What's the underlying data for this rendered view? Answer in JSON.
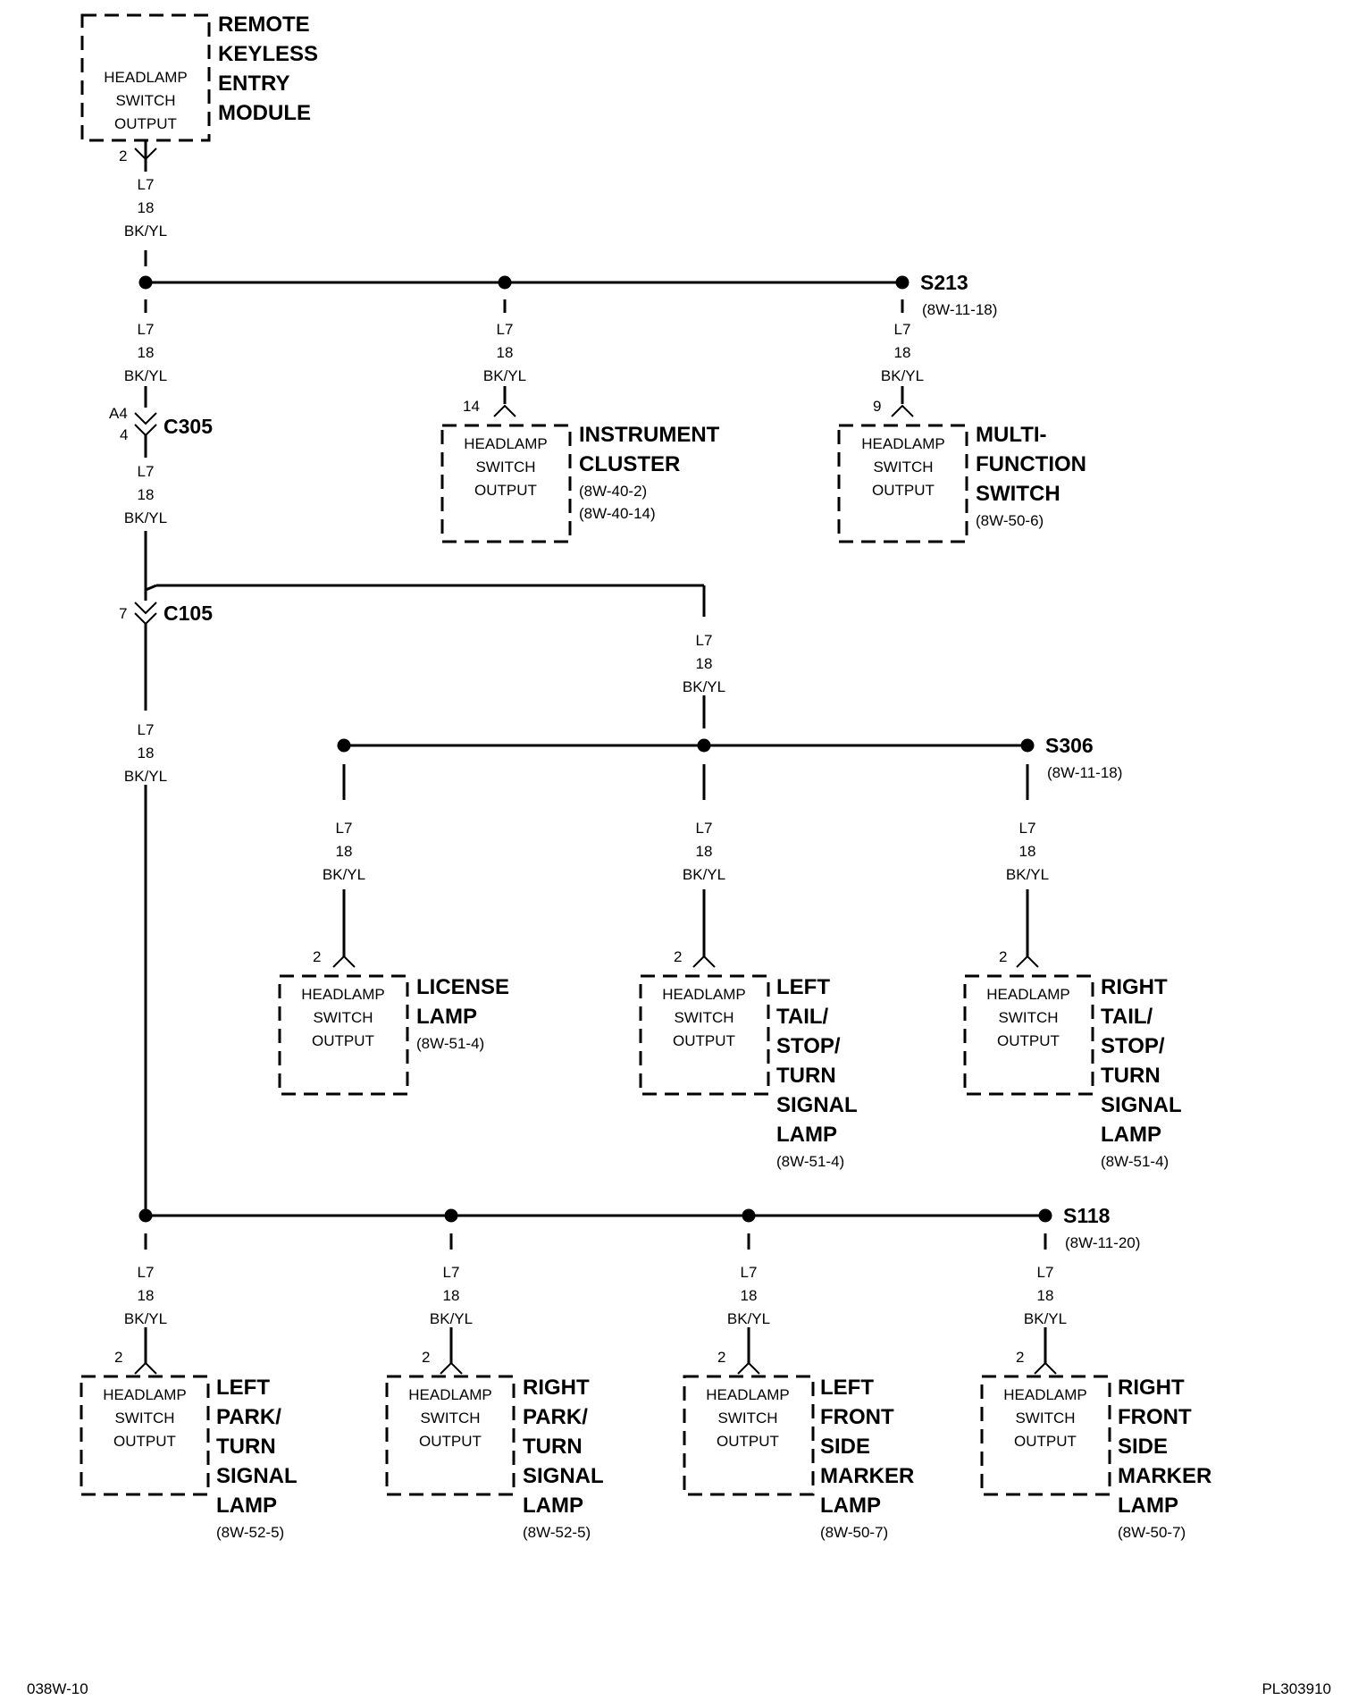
{
  "page": {
    "left_code": "038W-10",
    "right_code": "PL303910"
  },
  "wire": {
    "circuit": "L7",
    "gauge": "18",
    "color": "BK/YL"
  },
  "box_text": {
    "line1": "HEADLAMP",
    "line2": "SWITCH",
    "line3": "OUTPUT"
  },
  "splices": {
    "s213": {
      "name": "S213",
      "ref": "(8W-11-18)"
    },
    "s306": {
      "name": "S306",
      "ref": "(8W-11-18)"
    },
    "s118": {
      "name": "S118",
      "ref": "(8W-11-20)"
    }
  },
  "connectors": {
    "c305": {
      "name": "C305",
      "pin_a": "A4",
      "pin_b": "4"
    },
    "c105": {
      "name": "C105",
      "pin": "7"
    }
  },
  "components": {
    "rke": {
      "lines": [
        "REMOTE",
        "KEYLESS",
        "ENTRY",
        "MODULE"
      ],
      "pin": "2"
    },
    "cluster": {
      "lines": [
        "INSTRUMENT",
        "CLUSTER"
      ],
      "refs": [
        "(8W-40-2)",
        "(8W-40-14)"
      ],
      "pin": "14"
    },
    "mfs": {
      "lines": [
        "MULTI-",
        "FUNCTION",
        "SWITCH"
      ],
      "refs": [
        "(8W-50-6)"
      ],
      "pin": "9"
    },
    "license": {
      "lines": [
        "LICENSE",
        "LAMP"
      ],
      "refs": [
        "(8W-51-4)"
      ],
      "pin": "2"
    },
    "left_tail": {
      "lines": [
        "LEFT",
        "TAIL/",
        "STOP/",
        "TURN",
        "SIGNAL",
        "LAMP"
      ],
      "refs": [
        "(8W-51-4)"
      ],
      "pin": "2"
    },
    "right_tail": {
      "lines": [
        "RIGHT",
        "TAIL/",
        "STOP/",
        "TURN",
        "SIGNAL",
        "LAMP"
      ],
      "refs": [
        "(8W-51-4)"
      ],
      "pin": "2"
    },
    "left_park": {
      "lines": [
        "LEFT",
        "PARK/",
        "TURN",
        "SIGNAL",
        "LAMP"
      ],
      "refs": [
        "(8W-52-5)"
      ],
      "pin": "2"
    },
    "right_park": {
      "lines": [
        "RIGHT",
        "PARK/",
        "TURN",
        "SIGNAL",
        "LAMP"
      ],
      "refs": [
        "(8W-52-5)"
      ],
      "pin": "2"
    },
    "left_marker": {
      "lines": [
        "LEFT",
        "FRONT",
        "SIDE",
        "MARKER",
        "LAMP"
      ],
      "refs": [
        "(8W-50-7)"
      ],
      "pin": "2"
    },
    "right_marker": {
      "lines": [
        "RIGHT",
        "FRONT",
        "SIDE",
        "MARKER",
        "LAMP"
      ],
      "refs": [
        "(8W-50-7)"
      ],
      "pin": "2"
    }
  }
}
